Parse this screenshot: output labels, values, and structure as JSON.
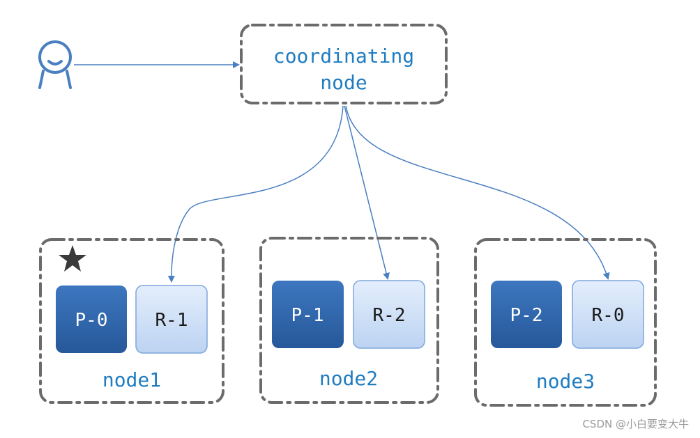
{
  "coordinator": {
    "line1": "coordinating",
    "line2": "node"
  },
  "nodes": [
    {
      "name": "node1",
      "primary": "P-0",
      "replica": "R-1",
      "starred": true
    },
    {
      "name": "node2",
      "primary": "P-1",
      "replica": "R-2",
      "starred": false
    },
    {
      "name": "node3",
      "primary": "P-2",
      "replica": "R-0",
      "starred": false
    }
  ],
  "icons": {
    "client": "user-icon",
    "star": "star-icon"
  },
  "colors": {
    "primary_shard": "#2f66ad",
    "replica_shard": "#cfe0f7",
    "label": "#1f7cc0",
    "arrow": "#4a7fc1",
    "box_border": "#6b6b6b"
  },
  "watermark": "CSDN @小白要变大牛"
}
